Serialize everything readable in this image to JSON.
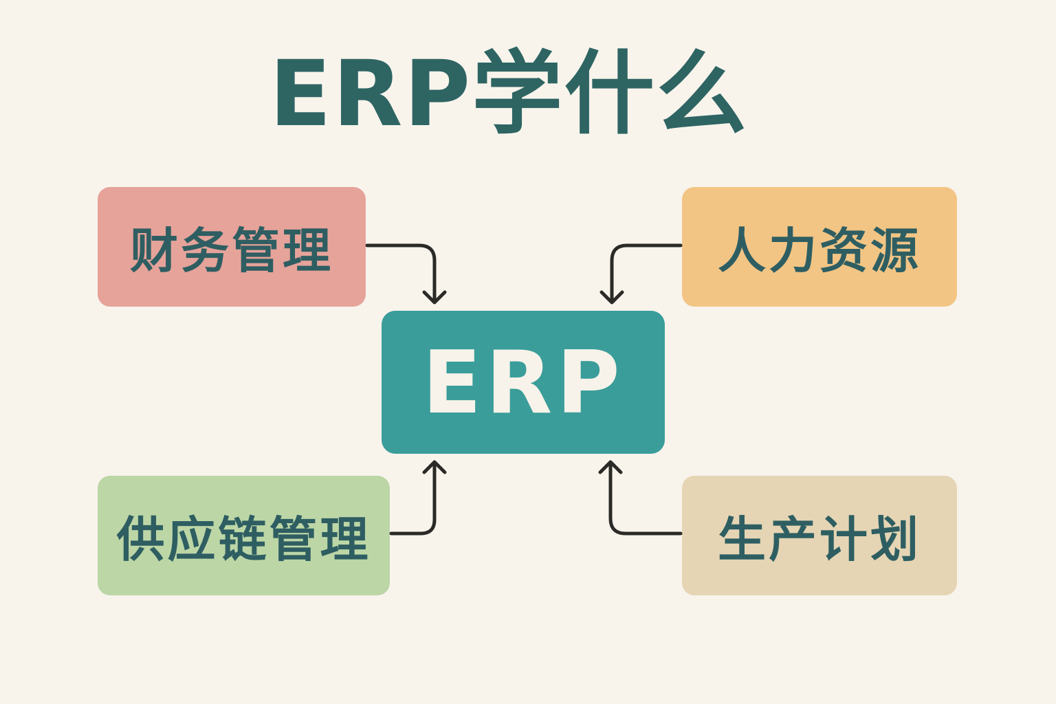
{
  "title": "ERP学什么",
  "center": {
    "label": "ERP",
    "color": "#3a9d9a"
  },
  "modules": [
    {
      "id": "finance",
      "label": "财务管理",
      "color": "#e6a39a",
      "position": "top-left"
    },
    {
      "id": "hr",
      "label": "人力资源",
      "color": "#f2c585",
      "position": "top-right"
    },
    {
      "id": "scm",
      "label": "供应链管理",
      "color": "#bcd6a6",
      "position": "bottom-left"
    },
    {
      "id": "prod",
      "label": "生产计划",
      "color": "#e5d5b4",
      "position": "bottom-right"
    }
  ],
  "connections": [
    {
      "from": "财务管理",
      "to": "ERP"
    },
    {
      "from": "人力资源",
      "to": "ERP"
    },
    {
      "from": "供应链管理",
      "to": "ERP"
    },
    {
      "from": "生产计划",
      "to": "ERP"
    }
  ]
}
